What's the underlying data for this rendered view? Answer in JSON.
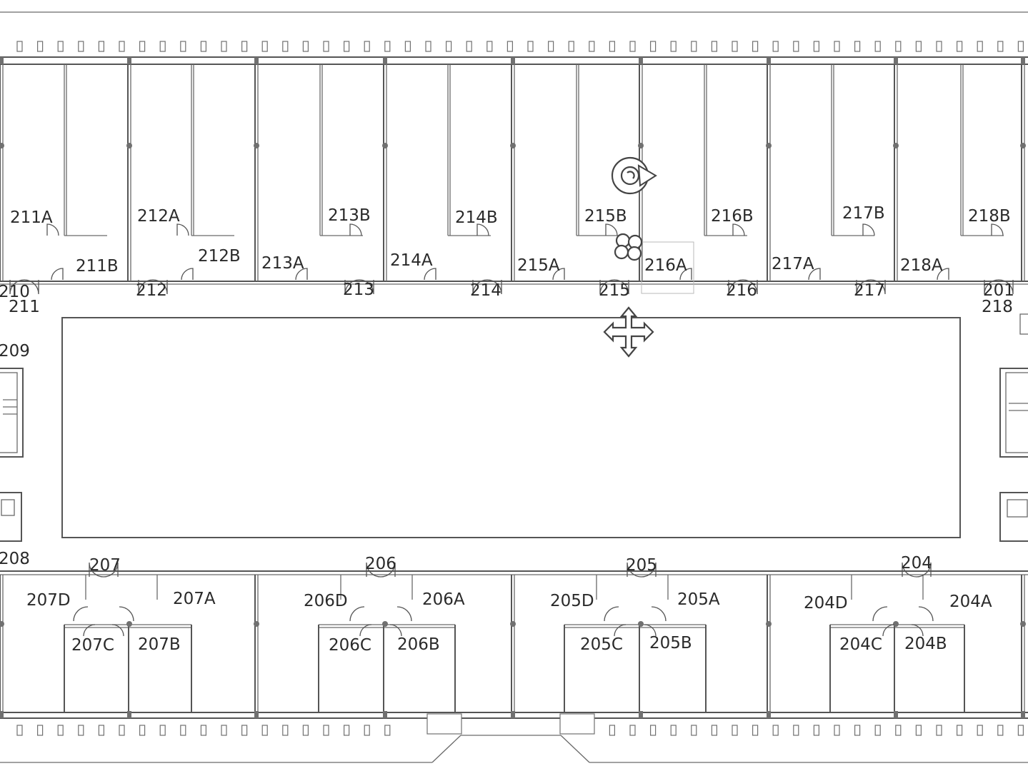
{
  "app": {
    "title": "Floor plan editor"
  },
  "colors": {
    "wall": "#555555",
    "background": "#ffffff",
    "text": "#2a2a2a",
    "handle": "#444444"
  },
  "rooms_top": [
    "211A",
    "212A",
    "213B",
    "214B",
    "215B",
    "216B",
    "217B",
    "218B"
  ],
  "rooms_mid": [
    "211B",
    "212B",
    "213A",
    "214A",
    "215A",
    "216A",
    "217A",
    "218A"
  ],
  "doors_top": [
    "210",
    "212",
    "213",
    "214",
    "215",
    "216",
    "217",
    "201"
  ],
  "door_sub": [
    "211",
    "218"
  ],
  "side_labels": [
    "209",
    "208"
  ],
  "rooms_bottom_top": [
    "207D",
    "207A",
    "206D",
    "206A",
    "205D",
    "205A",
    "204D",
    "204A"
  ],
  "rooms_bottom_low": [
    "207C",
    "207B",
    "206C",
    "206B",
    "205C",
    "205B",
    "204C",
    "204B"
  ],
  "doors_bottom": [
    "207",
    "206",
    "205",
    "204"
  ],
  "handles": {
    "rotate": "rotate-icon",
    "move": "move-arrows-icon",
    "anchor": "anchor-circles-icon"
  }
}
